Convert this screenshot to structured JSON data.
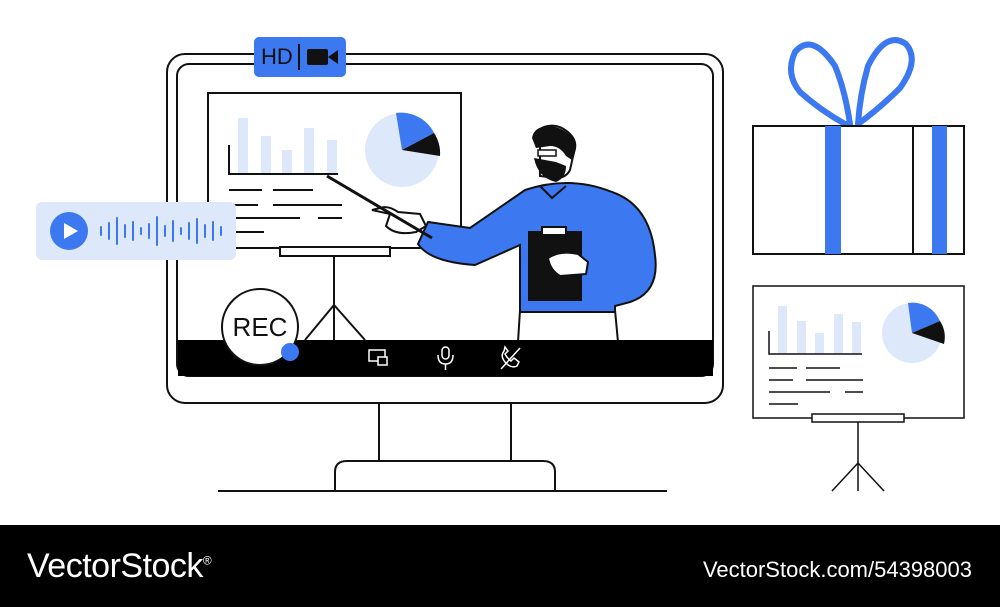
{
  "badges": {
    "hd_label": "HD",
    "rec_label": "REC"
  },
  "icons": [
    "video-camera-icon",
    "play-icon",
    "screen-share-icon",
    "microphone-icon",
    "phone-icon"
  ],
  "audio": {
    "wave_bar_heights": [
      10,
      18,
      28,
      14,
      20,
      8,
      16,
      30,
      12,
      22,
      8,
      18,
      26,
      14,
      20,
      10
    ]
  },
  "colors": {
    "accent": "#3c78f0",
    "accent_light": "#dde8fb",
    "ink": "#111111",
    "footer": "#000000"
  },
  "footer": {
    "brand": "VectorStock",
    "brand_mark": "®",
    "image_id": "VectorStock.com/54398003"
  }
}
